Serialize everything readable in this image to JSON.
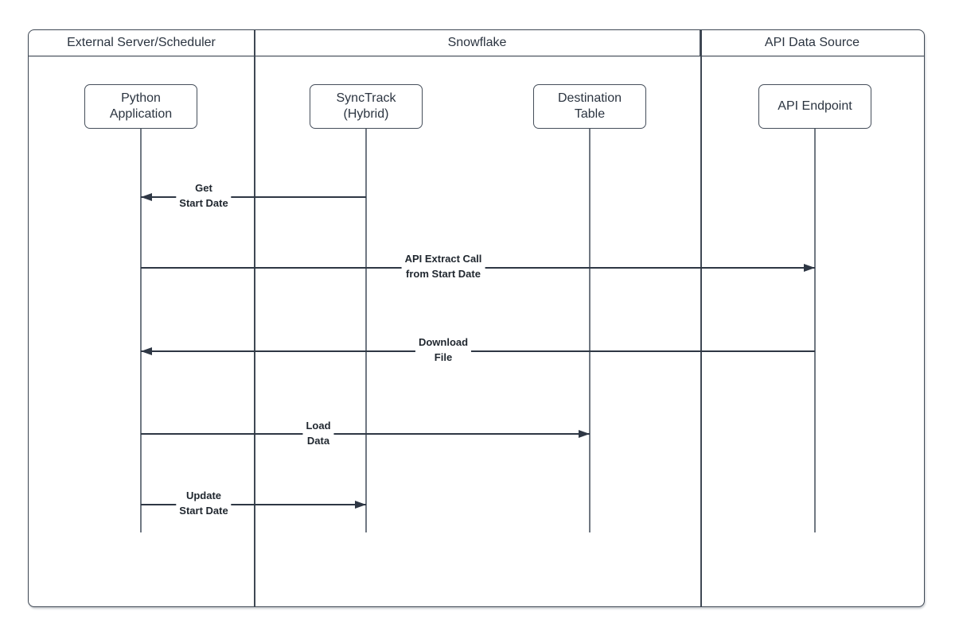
{
  "lanes": [
    {
      "id": "external-server-scheduler",
      "label": "External Server/Scheduler"
    },
    {
      "id": "snowflake",
      "label": "Snowflake"
    },
    {
      "id": "api-data-source",
      "label": "API Data Source"
    }
  ],
  "actors": [
    {
      "id": "python-application",
      "line1": "Python",
      "line2": "Application",
      "lane": "external-server-scheduler"
    },
    {
      "id": "synctrack-hybrid",
      "line1": "SyncTrack",
      "line2": "(Hybrid)",
      "lane": "snowflake"
    },
    {
      "id": "destination-table",
      "line1": "Destination",
      "line2": "Table",
      "lane": "snowflake"
    },
    {
      "id": "api-endpoint",
      "line1": "API Endpoint",
      "lane": "api-data-source"
    }
  ],
  "messages": [
    {
      "id": "get-start-date",
      "line1": "Get",
      "line2": "Start Date",
      "from": "synctrack-hybrid",
      "to": "python-application",
      "direction": "left"
    },
    {
      "id": "api-extract-call",
      "line1": "API Extract Call",
      "line2": "from Start Date",
      "from": "python-application",
      "to": "api-endpoint",
      "direction": "right"
    },
    {
      "id": "download-file",
      "line1": "Download",
      "line2": "File",
      "from": "api-endpoint",
      "to": "python-application",
      "direction": "left"
    },
    {
      "id": "load-data",
      "line1": "Load",
      "line2": "Data",
      "from": "python-application",
      "to": "destination-table",
      "direction": "right"
    },
    {
      "id": "update-start-date",
      "line1": "Update",
      "line2": "Start Date",
      "from": "python-application",
      "to": "synctrack-hybrid",
      "direction": "right"
    }
  ],
  "colors": {
    "frame_border": "#3f4854",
    "lifeline": "#707882",
    "arrow": "#2e3744",
    "text": "#2b3440",
    "label_text": "#1f262e",
    "background": "#ffffff"
  }
}
